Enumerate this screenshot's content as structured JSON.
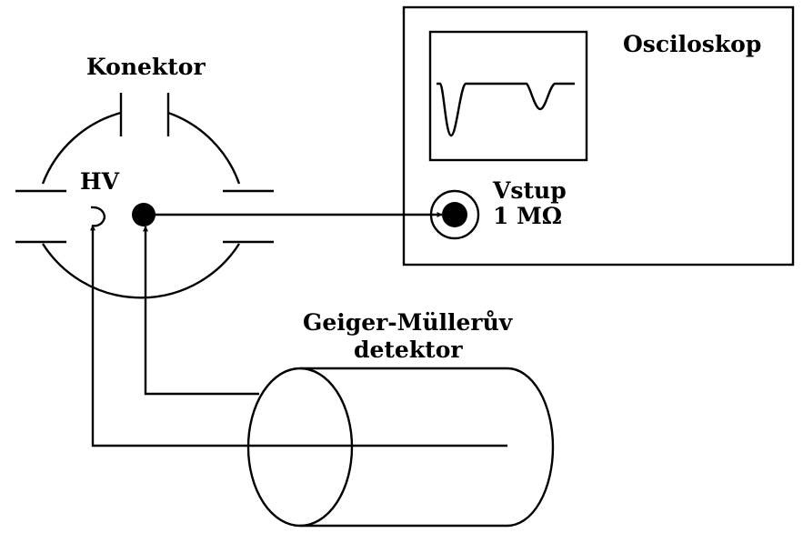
{
  "labels": {
    "connector": "Konektor",
    "hv": "HV",
    "oscilloscope": "Osciloskop",
    "input": "Vstup",
    "impedance": "1 MΩ",
    "detector_line1": "Geiger-Müllerův",
    "detector_line2": "detektor"
  },
  "colors": {
    "ink": "#000000",
    "background": "#ffffff"
  }
}
